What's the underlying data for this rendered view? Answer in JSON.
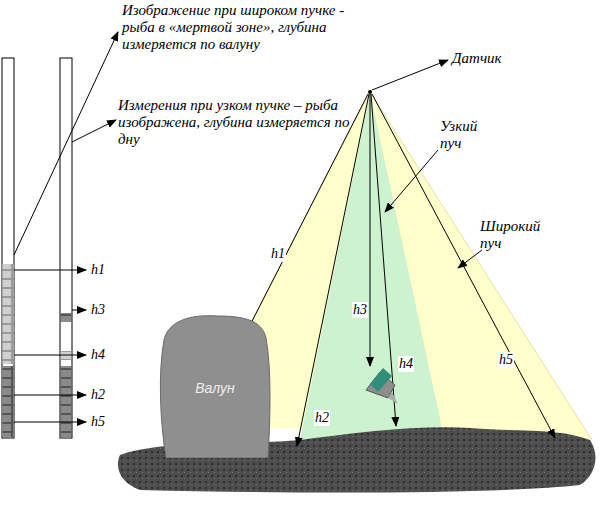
{
  "diagram": {
    "nodes": [
      {
        "text": [
          "Валун"
        ]
      }
    ],
    "labels": [
      "Изображение при широком пучке - рыба в «мертвой зоне», глубина измеряется по валуну",
      "Измерения при узком пучке – рыба изображена, глубина измеряется по дну",
      "Датчик",
      "Узкий пуч",
      "Широкий пуч",
      "h1",
      "h3",
      "h4",
      "h2",
      "h5",
      "h1",
      "h3",
      "h4",
      "h2",
      "h5"
    ]
  }
}
